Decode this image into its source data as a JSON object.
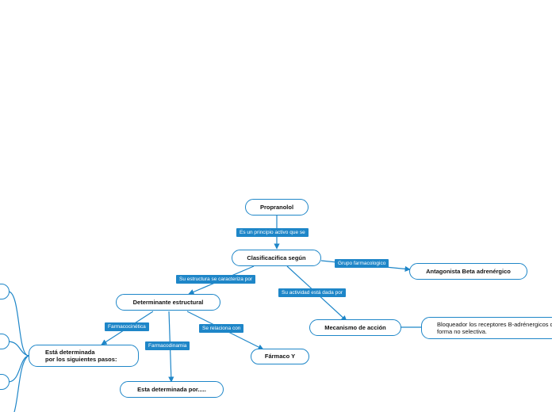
{
  "nodes": {
    "propranolol": "Propranolol",
    "clasificacion": "Clasificacifica según",
    "antagonista": "Antagonista Beta adrenérgico",
    "mecanismo": "Mecanismo de acción",
    "bloqueador": "Bloqueador los receptores B-adrénergicos de forma no selectiva.",
    "determinante": "Determinante estructural",
    "farmaco_y": "Fármaco Y",
    "esta_determinada": "Está determinada\npor los siguientes pasos:",
    "esta_determinada_por": "Esta determinada por....."
  },
  "labels": {
    "es_un_principio": "Es un principio activo que se",
    "grupo_farmacologico": "Grupo farmacologico",
    "su_estructura": "Su estructura se caracteriza por",
    "su_actividad": "Su actividad está dada por",
    "farmacocinetica": "Farmacocinética",
    "farmacodinamia": "Farmacodinamia",
    "se_relaciona": "Se relaciona con"
  },
  "colors": {
    "accent": "#1e86c8",
    "node_border": "#1e86c8",
    "label_bg": "#1e86c8",
    "label_text": "#ffffff"
  }
}
